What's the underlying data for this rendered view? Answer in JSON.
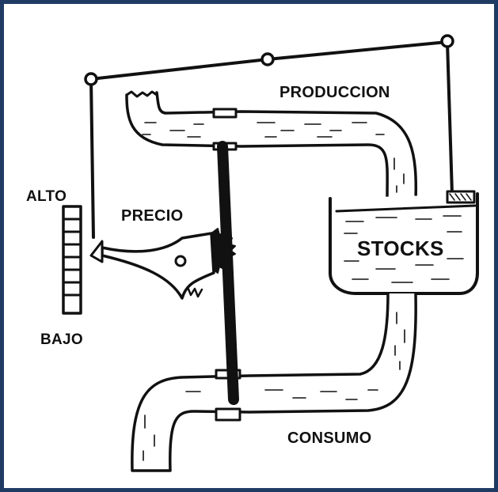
{
  "labels": {
    "produccion": "PRODUCCION",
    "precio": "PRECIO",
    "alto": "ALTO",
    "bajo": "BAJO",
    "stocks": "STOCKS",
    "consumo": "CONSUMO"
  },
  "colors": {
    "frame": "#1f3b63",
    "ink": "#111111",
    "paper": "#ffffff"
  }
}
